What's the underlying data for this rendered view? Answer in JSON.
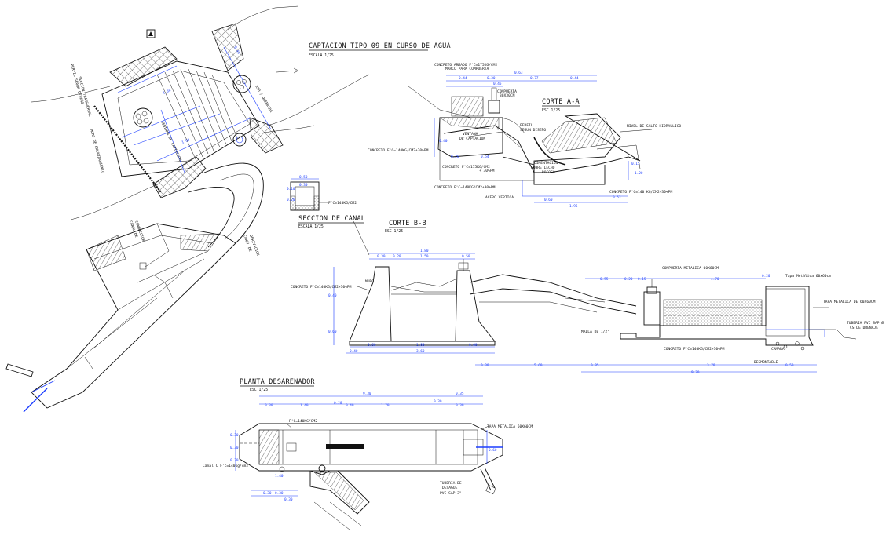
{
  "titles": {
    "captacion": "CAPTACION TIPO 09 EN CURSO DE AGUA",
    "captacion_scale": "ESCALA 1/25",
    "corte_aa": "CORTE A-A",
    "corte_aa_scale": "ESC 1/25",
    "seccion_canal": "SECCION DE CANAL",
    "seccion_canal_scale": "ESCALA 1/25",
    "corte_bb": "CORTE B-B",
    "corte_bb_scale": "ESC 1/25",
    "planta": "PLANTA DESARENADOR",
    "planta_scale": "ESC 1/25"
  },
  "corte_aa": {
    "labels": [
      "CONCRETO ARMADO F'C=175KG/CM2",
      "MARCO PARA COMPUERTA",
      "COMPUERTA",
      "30X30CM",
      "NIVEL DE SALTO HIDRAULICO",
      "PERFIL",
      "SEGUN DISEÑO",
      "VENTANA",
      "DE CAPTACION",
      "CONCRETO F'C=140KG/CM2+30%PM",
      "CONCRETO F'C=175KG/CM2",
      "+ 30%PM",
      "CIMENTACION",
      "SOBRE LECHO",
      "ROCOSO",
      "CONCRETO F'C=140KG/CM2+30%PM",
      "ACERO VERTICAL",
      "CONCRETO F'C=140 KG/CM2+30%PM"
    ],
    "dims": [
      "0.63",
      "0.44",
      "0.30",
      "0.45",
      "0.77",
      "0.44",
      "0.40",
      "0.26",
      "0.54",
      "0.15",
      "1.20",
      "0.60",
      "1.95",
      "0.53"
    ]
  },
  "seccion_canal": {
    "label": "F'C=140KG/CM2",
    "dims": [
      "0.50",
      "0.30",
      "0.10",
      "0.20"
    ]
  },
  "corte_bb": {
    "labels": [
      "MURO",
      "CONCRETO F'C=140KG/CM2+30%PM",
      "COMPUERTA METALICA 60X60CM",
      "Tapa Metálica 60x60cm",
      "TAPA METALICA DE 60X60CM",
      "TUBERIA PVC SAP Ø",
      "CS DE DRENAJE",
      "MALLA DE 1/2\"",
      "CONCRETO F'C=140KG/CM2+30%PM",
      "CAMARA",
      "DESMONTABLE"
    ],
    "dims": [
      "1.80",
      "0.30",
      "0.20",
      "1.50",
      "0.50",
      "0.40",
      "0.60",
      "1.80",
      "0.60",
      "0.40",
      "3.60",
      "0.55",
      "0.20",
      "0.15",
      "4.70",
      "0.20",
      "0.30",
      "5.60",
      "0.85",
      "3.70",
      "0.50",
      "9.70"
    ]
  },
  "planta": {
    "labels": [
      "F'C=140KG/CM2",
      "TAPA METALICA 60X60CM",
      "TUBERIA DE",
      "DESAGUE",
      "PVC SAP 3\"",
      "Canal C F'c=140kg/cm2"
    ],
    "dims": [
      "0.30",
      "9.30",
      "0.20",
      "1.40",
      "0.40",
      "1.70",
      "0.35",
      "0.30",
      "0.30",
      "0.30",
      "0.30",
      "0.30",
      "0.30",
      "0.60",
      "0.30",
      "0.30"
    ]
  }
}
